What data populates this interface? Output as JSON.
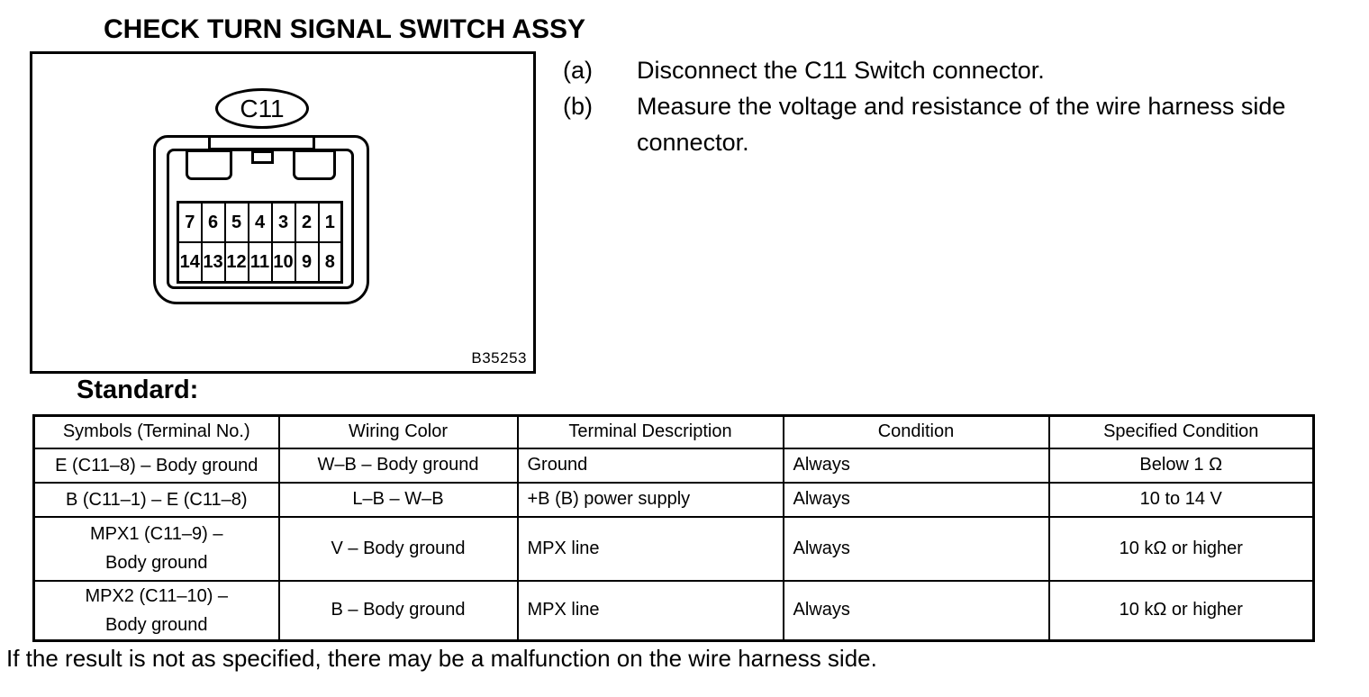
{
  "page": {
    "title": "CHECK TURN SIGNAL SWITCH ASSY",
    "note": "If the result is not as specified, there may be a malfunction on the wire harness side."
  },
  "figure": {
    "connector_label": "C11",
    "figure_id": "B35253",
    "pin_rows": [
      [
        "7",
        "6",
        "5",
        "4",
        "3",
        "2",
        "1"
      ],
      [
        "14",
        "13",
        "12",
        "11",
        "10",
        "9",
        "8"
      ]
    ]
  },
  "instructions": [
    {
      "label": "(a)",
      "text": "Disconnect the C11 Switch connector."
    },
    {
      "label": "(b)",
      "text": "Measure the voltage and resistance of the wire harness side connector."
    }
  ],
  "standard": {
    "label": "Standard:",
    "table": {
      "headers": [
        "Symbols (Terminal No.)",
        "Wiring Color",
        "Terminal Description",
        "Condition",
        "Specified Condition"
      ],
      "rows": [
        [
          "E (C11–8) – Body ground",
          "W–B – Body ground",
          "Ground",
          "Always",
          "Below 1 Ω"
        ],
        [
          "B (C11–1) – E (C11–8)",
          "L–B – W–B",
          "+B (B) power supply",
          "Always",
          "10 to 14 V"
        ],
        [
          "MPX1 (C11–9) –\nBody ground",
          "V – Body ground",
          "MPX line",
          "Always",
          "10 kΩ or higher"
        ],
        [
          "MPX2 (C11–10) –\nBody ground",
          "B – Body ground",
          "MPX line",
          "Always",
          "10 kΩ or higher"
        ]
      ]
    }
  }
}
